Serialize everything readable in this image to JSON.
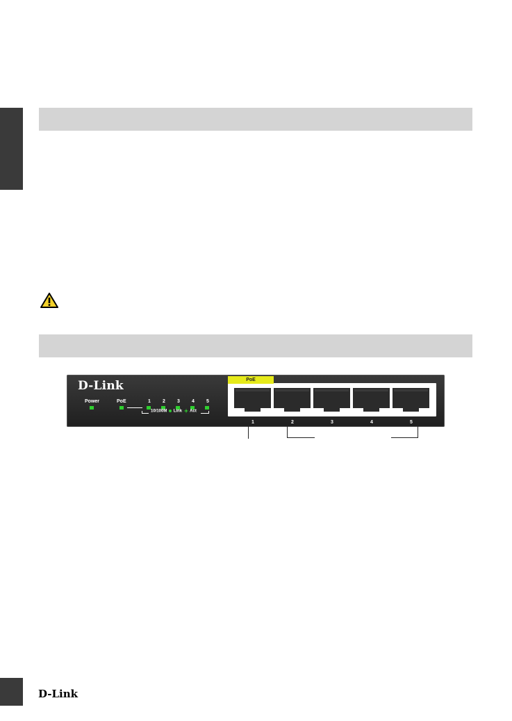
{
  "device": {
    "brand": "D-Link",
    "power_label": "Power",
    "poe_label": "PoE",
    "port_numbers": [
      "1",
      "2",
      "3",
      "4",
      "5"
    ],
    "legend_speed": "10/100M",
    "legend_link": "Link",
    "legend_act": "Act",
    "poe_tab_label": "PoE",
    "led_color": "#2fcf2f",
    "poe_tab_color": "#e6ea1a"
  },
  "footer": {
    "brand": "D-Link"
  }
}
